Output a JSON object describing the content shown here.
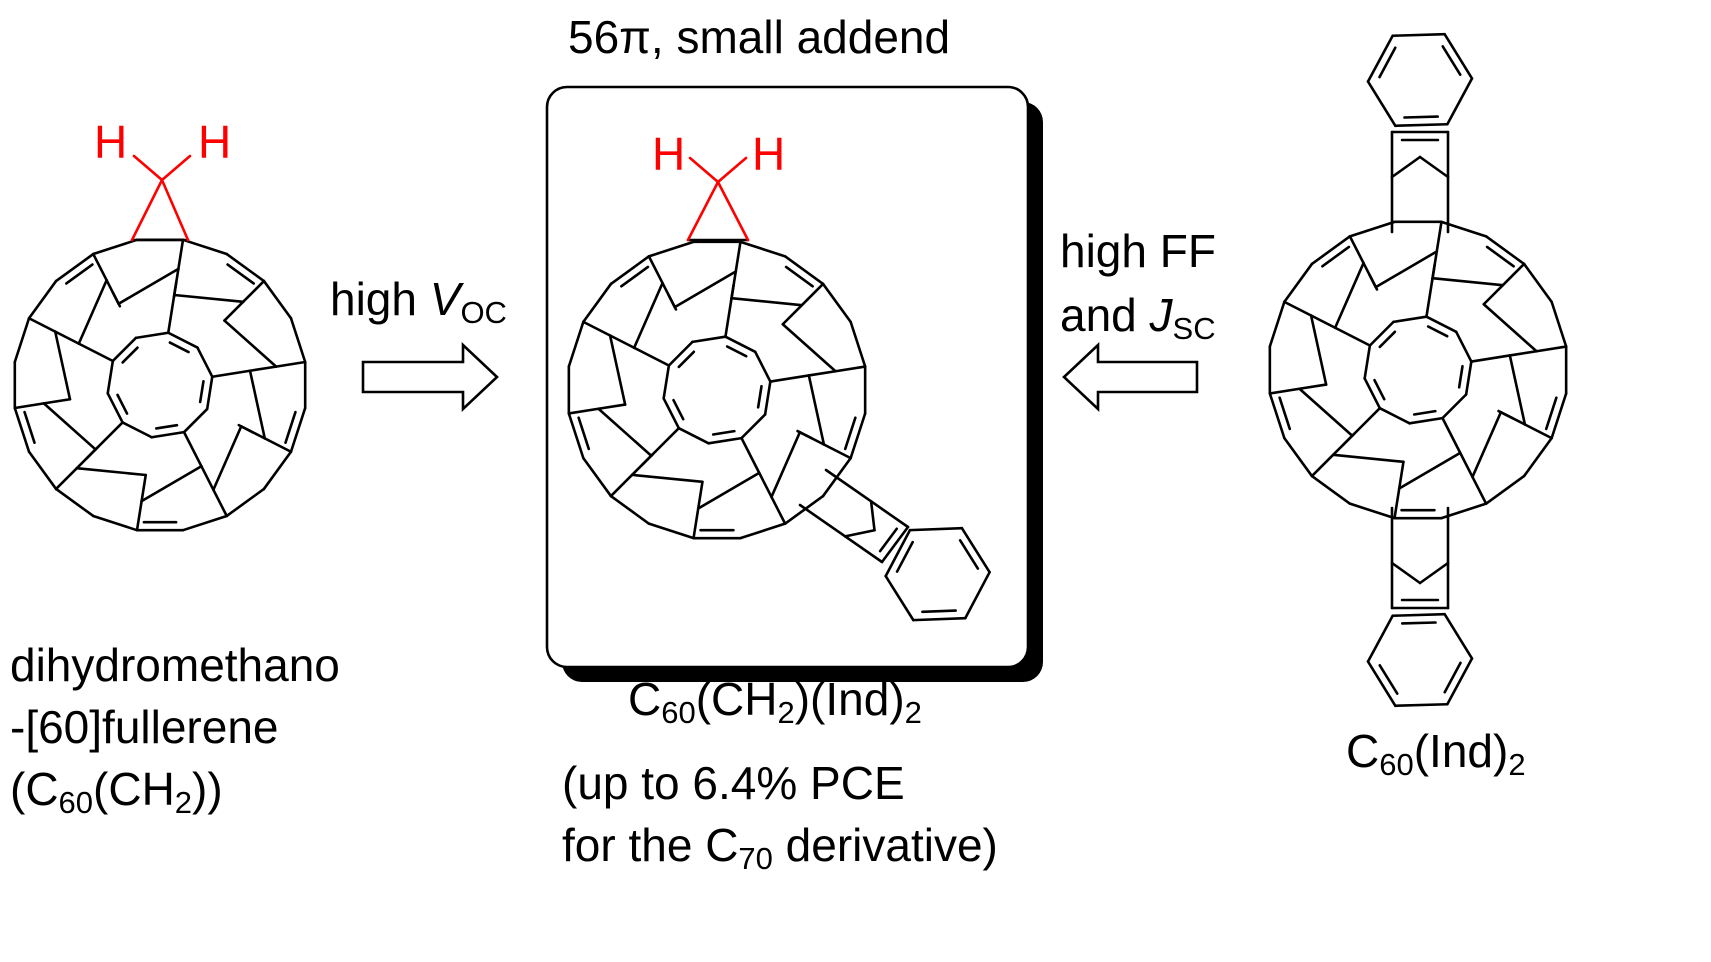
{
  "colors": {
    "addend": "#ff0000",
    "ink": "#000000",
    "background": "#ffffff"
  },
  "center_header": "56π, small addend",
  "hydrogen_symbol": "H",
  "left_compound": {
    "line1": "dihydromethano",
    "line2": "-[60]fullerene",
    "line3_open": "(C",
    "line3_sub1": "60",
    "line3_mid": "(CH",
    "line3_sub2": "2",
    "line3_close": "))"
  },
  "left_arrow": {
    "text": "high ",
    "var": "V",
    "sub": "OC"
  },
  "right_arrow": {
    "line1": "high FF",
    "line2_text": "and ",
    "line2_var": "J",
    "line2_sub": "SC"
  },
  "center_compound": {
    "c": "C",
    "sub1": "60",
    "mid": "(CH",
    "sub2": "2",
    "rest": ")(Ind)",
    "sub3": "2"
  },
  "center_note": {
    "line1": "(up to 6.4% PCE",
    "line2_a": "for the C",
    "line2_sub": "70",
    "line2_b": " derivative)"
  },
  "right_compound": {
    "c": "C",
    "sub1": "60",
    "rest": "(Ind)",
    "sub2": "2"
  }
}
